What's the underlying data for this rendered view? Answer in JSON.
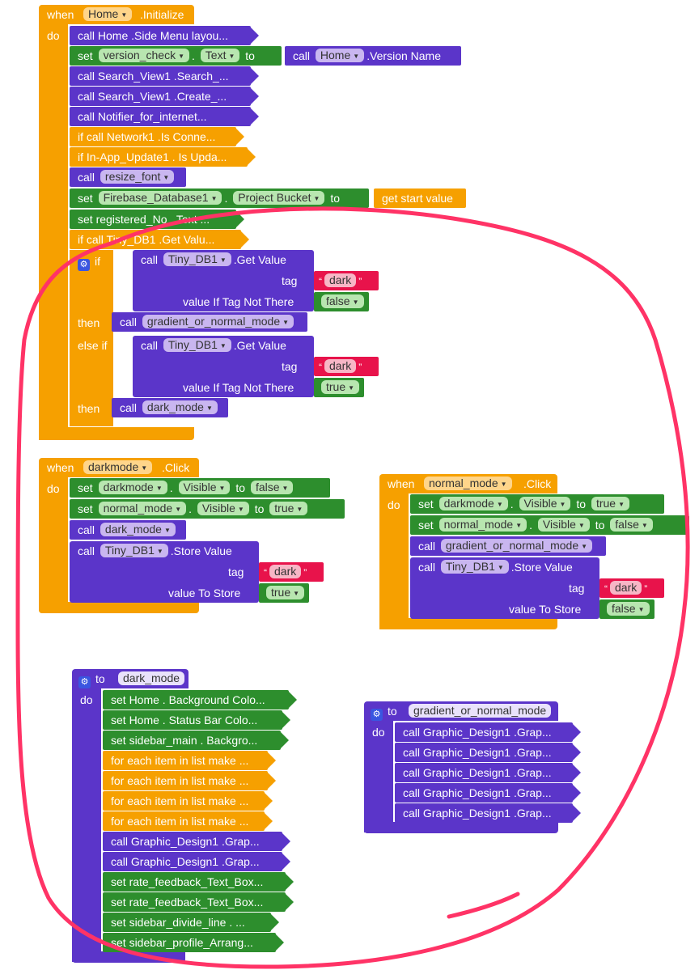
{
  "home_init": {
    "event": {
      "when": "when",
      "component": "Home",
      "event": ".Initialize",
      "do": "do"
    },
    "rows": [
      {
        "text": "call  Home .Side Menu layou...",
        "color": "purple"
      },
      {
        "set": "set",
        "comp": "version_check",
        "prop": "Text",
        "to": "to",
        "call": "call",
        "call_comp": "Home",
        "call_method": ".Version Name"
      },
      {
        "text": "call  Search_View1 .Search_...",
        "color": "purple"
      },
      {
        "text": "call  Search_View1 .Create_...",
        "color": "purple"
      },
      {
        "text": "call  Notifier_for_internet...",
        "color": "purple"
      },
      {
        "text": "if call  Network1 .Is Conne...",
        "color": "orange"
      },
      {
        "text": "if In-App_Update1 . Is Upda...",
        "color": "orange"
      },
      {
        "call": "call",
        "proc": "resize_font"
      },
      {
        "set": "set",
        "comp": "Firebase_Database1",
        "prop": "Project Bucket",
        "to": "to",
        "value": "get start value"
      },
      {
        "text": "set  registered_No . Text  ...",
        "color": "green"
      },
      {
        "text": "if call  Tiny_DB1 .Get Valu...",
        "color": "orange"
      }
    ],
    "if_block": {
      "if": "if",
      "then": "then",
      "else_if": "else if",
      "call": "call",
      "comp": "Tiny_DB1",
      "method": ".Get Value",
      "tag": "tag",
      "tag_value": "dark",
      "not_there": "value If Tag Not There",
      "val1": "false",
      "val2": "true",
      "then1_proc": "gradient_or_normal_mode",
      "then2_proc": "dark_mode"
    }
  },
  "darkmode_click": {
    "when": "when",
    "component": "darkmode",
    "event": ".Click",
    "do": "do",
    "set": "set",
    "to": "to",
    "comp1": "darkmode",
    "prop": "Visible",
    "v1": "false",
    "comp2": "normal_mode",
    "v2": "true",
    "call": "call",
    "proc": "dark_mode",
    "store_comp": "Tiny_DB1",
    "store_method": ".Store Value",
    "tag": "tag",
    "tag_value": "dark",
    "value_to_store": "value To Store",
    "store_val": "true"
  },
  "normal_click": {
    "when": "when",
    "component": "normal_mode",
    "event": ".Click",
    "do": "do",
    "set": "set",
    "to": "to",
    "comp1": "darkmode",
    "prop": "Visible",
    "v1": "true",
    "comp2": "normal_mode",
    "v2": "false",
    "call": "call",
    "proc": "gradient_or_normal_mode",
    "store_comp": "Tiny_DB1",
    "store_method": ".Store Value",
    "tag": "tag",
    "tag_value": "dark",
    "value_to_store": "value To Store",
    "store_val": "false"
  },
  "dark_proc": {
    "to": "to",
    "name": "dark_mode",
    "do": "do",
    "rows": [
      {
        "text": "set  Home . Background Colo...",
        "color": "green"
      },
      {
        "text": "set  Home . Status Bar Colo...",
        "color": "green"
      },
      {
        "text": "set  sidebar_main . Backgro...",
        "color": "green"
      },
      {
        "text": "for each item in list make ...",
        "color": "orange"
      },
      {
        "text": "for each item in list make ...",
        "color": "orange"
      },
      {
        "text": "for each item in list make ...",
        "color": "orange"
      },
      {
        "text": "for each item in list make ...",
        "color": "orange"
      },
      {
        "text": "call  Graphic_Design1 .Grap...",
        "color": "purple"
      },
      {
        "text": "call  Graphic_Design1 .Grap...",
        "color": "purple"
      },
      {
        "text": "set  rate_feedback_Text_Box...",
        "color": "green"
      },
      {
        "text": "set  rate_feedback_Text_Box...",
        "color": "green"
      },
      {
        "text": "set  sidebar_divide_line . ...",
        "color": "green"
      },
      {
        "text": "set  sidebar_profile_Arrang...",
        "color": "green"
      }
    ]
  },
  "gradient_proc": {
    "to": "to",
    "name": "gradient_or_normal_mode",
    "do": "do",
    "rows": [
      {
        "text": "call  Graphic_Design1 .Grap..."
      },
      {
        "text": "call  Graphic_Design1 .Grap..."
      },
      {
        "text": "call  Graphic_Design1 .Grap..."
      },
      {
        "text": "call  Graphic_Design1 .Grap..."
      },
      {
        "text": "call  Graphic_Design1 .Grap..."
      }
    ]
  },
  "colors": {
    "event": "#f6a000",
    "set": "#2d8e2d",
    "call": "#5b35c9",
    "text": "#e8134b",
    "annotation": "#ff3366"
  }
}
